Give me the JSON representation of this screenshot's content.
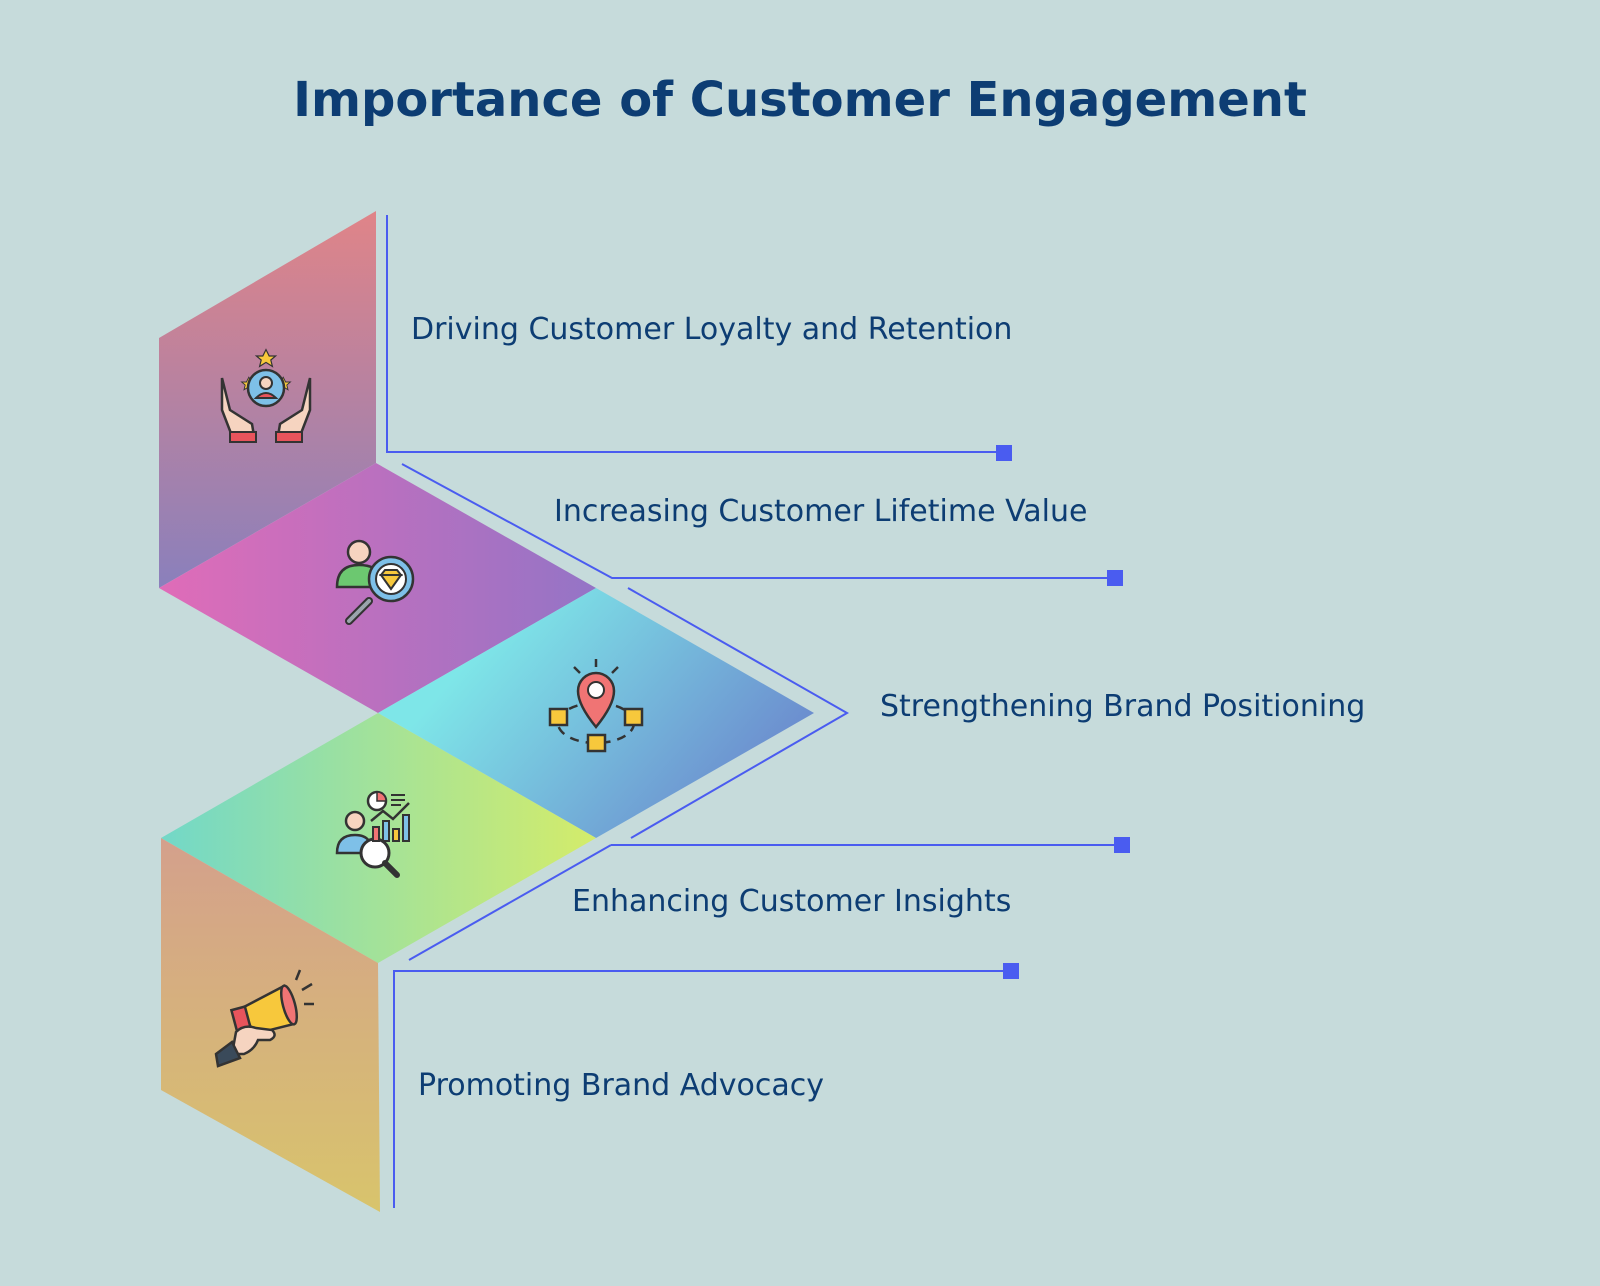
{
  "title": "Importance of Customer Engagement",
  "items": [
    {
      "label": "Driving Customer Loyalty and Retention",
      "icon": "hands-holding-customer-with-stars-icon",
      "colors": [
        "#e08488",
        "#8a80bc"
      ]
    },
    {
      "label": "Increasing Customer Lifetime Value",
      "icon": "customer-with-diamond-magnifier-icon",
      "colors": [
        "#e06cb8",
        "#9474c6"
      ]
    },
    {
      "label": "Strengthening Brand Positioning",
      "icon": "location-pin-with-boxes-icon",
      "colors": [
        "#7ee6e8",
        "#6a84cc"
      ]
    },
    {
      "label": "Enhancing Customer Insights",
      "icon": "analyst-with-charts-icon",
      "colors": [
        "#72d8c8",
        "#d4ec6a"
      ]
    },
    {
      "label": "Promoting Brand Advocacy",
      "icon": "megaphone-in-hand-icon",
      "colors": [
        "#d4a08c",
        "#d8c46c"
      ]
    }
  ],
  "connector_color": "#4a5cf0",
  "title_color": "#0d3d73"
}
